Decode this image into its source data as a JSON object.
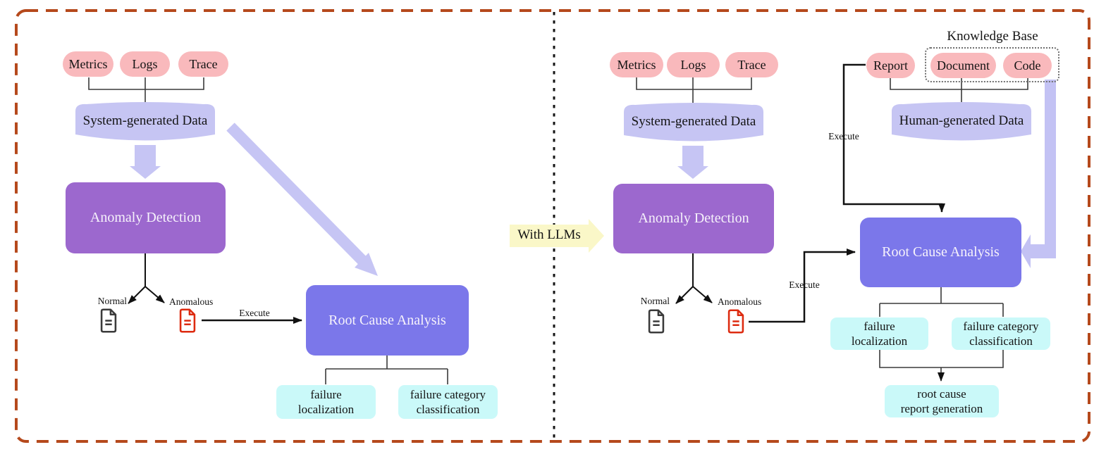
{
  "diagram": {
    "left": {
      "sources": [
        {
          "label": "Metrics"
        },
        {
          "label": "Logs"
        },
        {
          "label": "Trace"
        }
      ],
      "data_store_label": "System-generated Data",
      "anomaly_detection_label": "Anomaly Detection",
      "normal_label": "Normal",
      "anomalous_label": "Anomalous",
      "execute_label": "Execute",
      "rca_label": "Root Cause Analysis",
      "outputs": [
        {
          "lines": [
            "failure",
            "localization"
          ]
        },
        {
          "lines": [
            "failure category",
            "classification"
          ]
        }
      ]
    },
    "transition": {
      "label": "With LLMs"
    },
    "right": {
      "sources": [
        {
          "label": "Metrics"
        },
        {
          "label": "Logs"
        },
        {
          "label": "Trace"
        }
      ],
      "data_store_label": "System-generated Data",
      "knowledge_base_label": "Knowledge Base",
      "human_sources": [
        {
          "label": "Report"
        },
        {
          "label": "Document"
        },
        {
          "label": "Code"
        }
      ],
      "human_data_store_label": "Human-generated Data",
      "anomaly_detection_label": "Anomaly Detection",
      "normal_label": "Normal",
      "anomalous_label": "Anomalous",
      "execute_report_label": "Execute",
      "execute_anomalous_label": "Execute",
      "rca_label": "Root Cause Analysis",
      "outputs": [
        {
          "lines": [
            "failure",
            "localization"
          ]
        },
        {
          "lines": [
            "failure category",
            "classification"
          ]
        }
      ],
      "report_generation": {
        "lines": [
          "root cause",
          "report generation"
        ]
      }
    },
    "colors": {
      "source_pill": "#f9b9bc",
      "data_store": "#c6c5f3",
      "anomaly_detection": "#9c68ce",
      "root_cause_analysis": "#7b77ea",
      "output_box": "#caf9f9",
      "transition_arrow": "#faf7c8",
      "frame_border": "#b5491c",
      "normal_icon": "#3b3b3b",
      "anomalous_icon": "#dd2b10",
      "flow_arrow": "#c6c5f4"
    }
  }
}
